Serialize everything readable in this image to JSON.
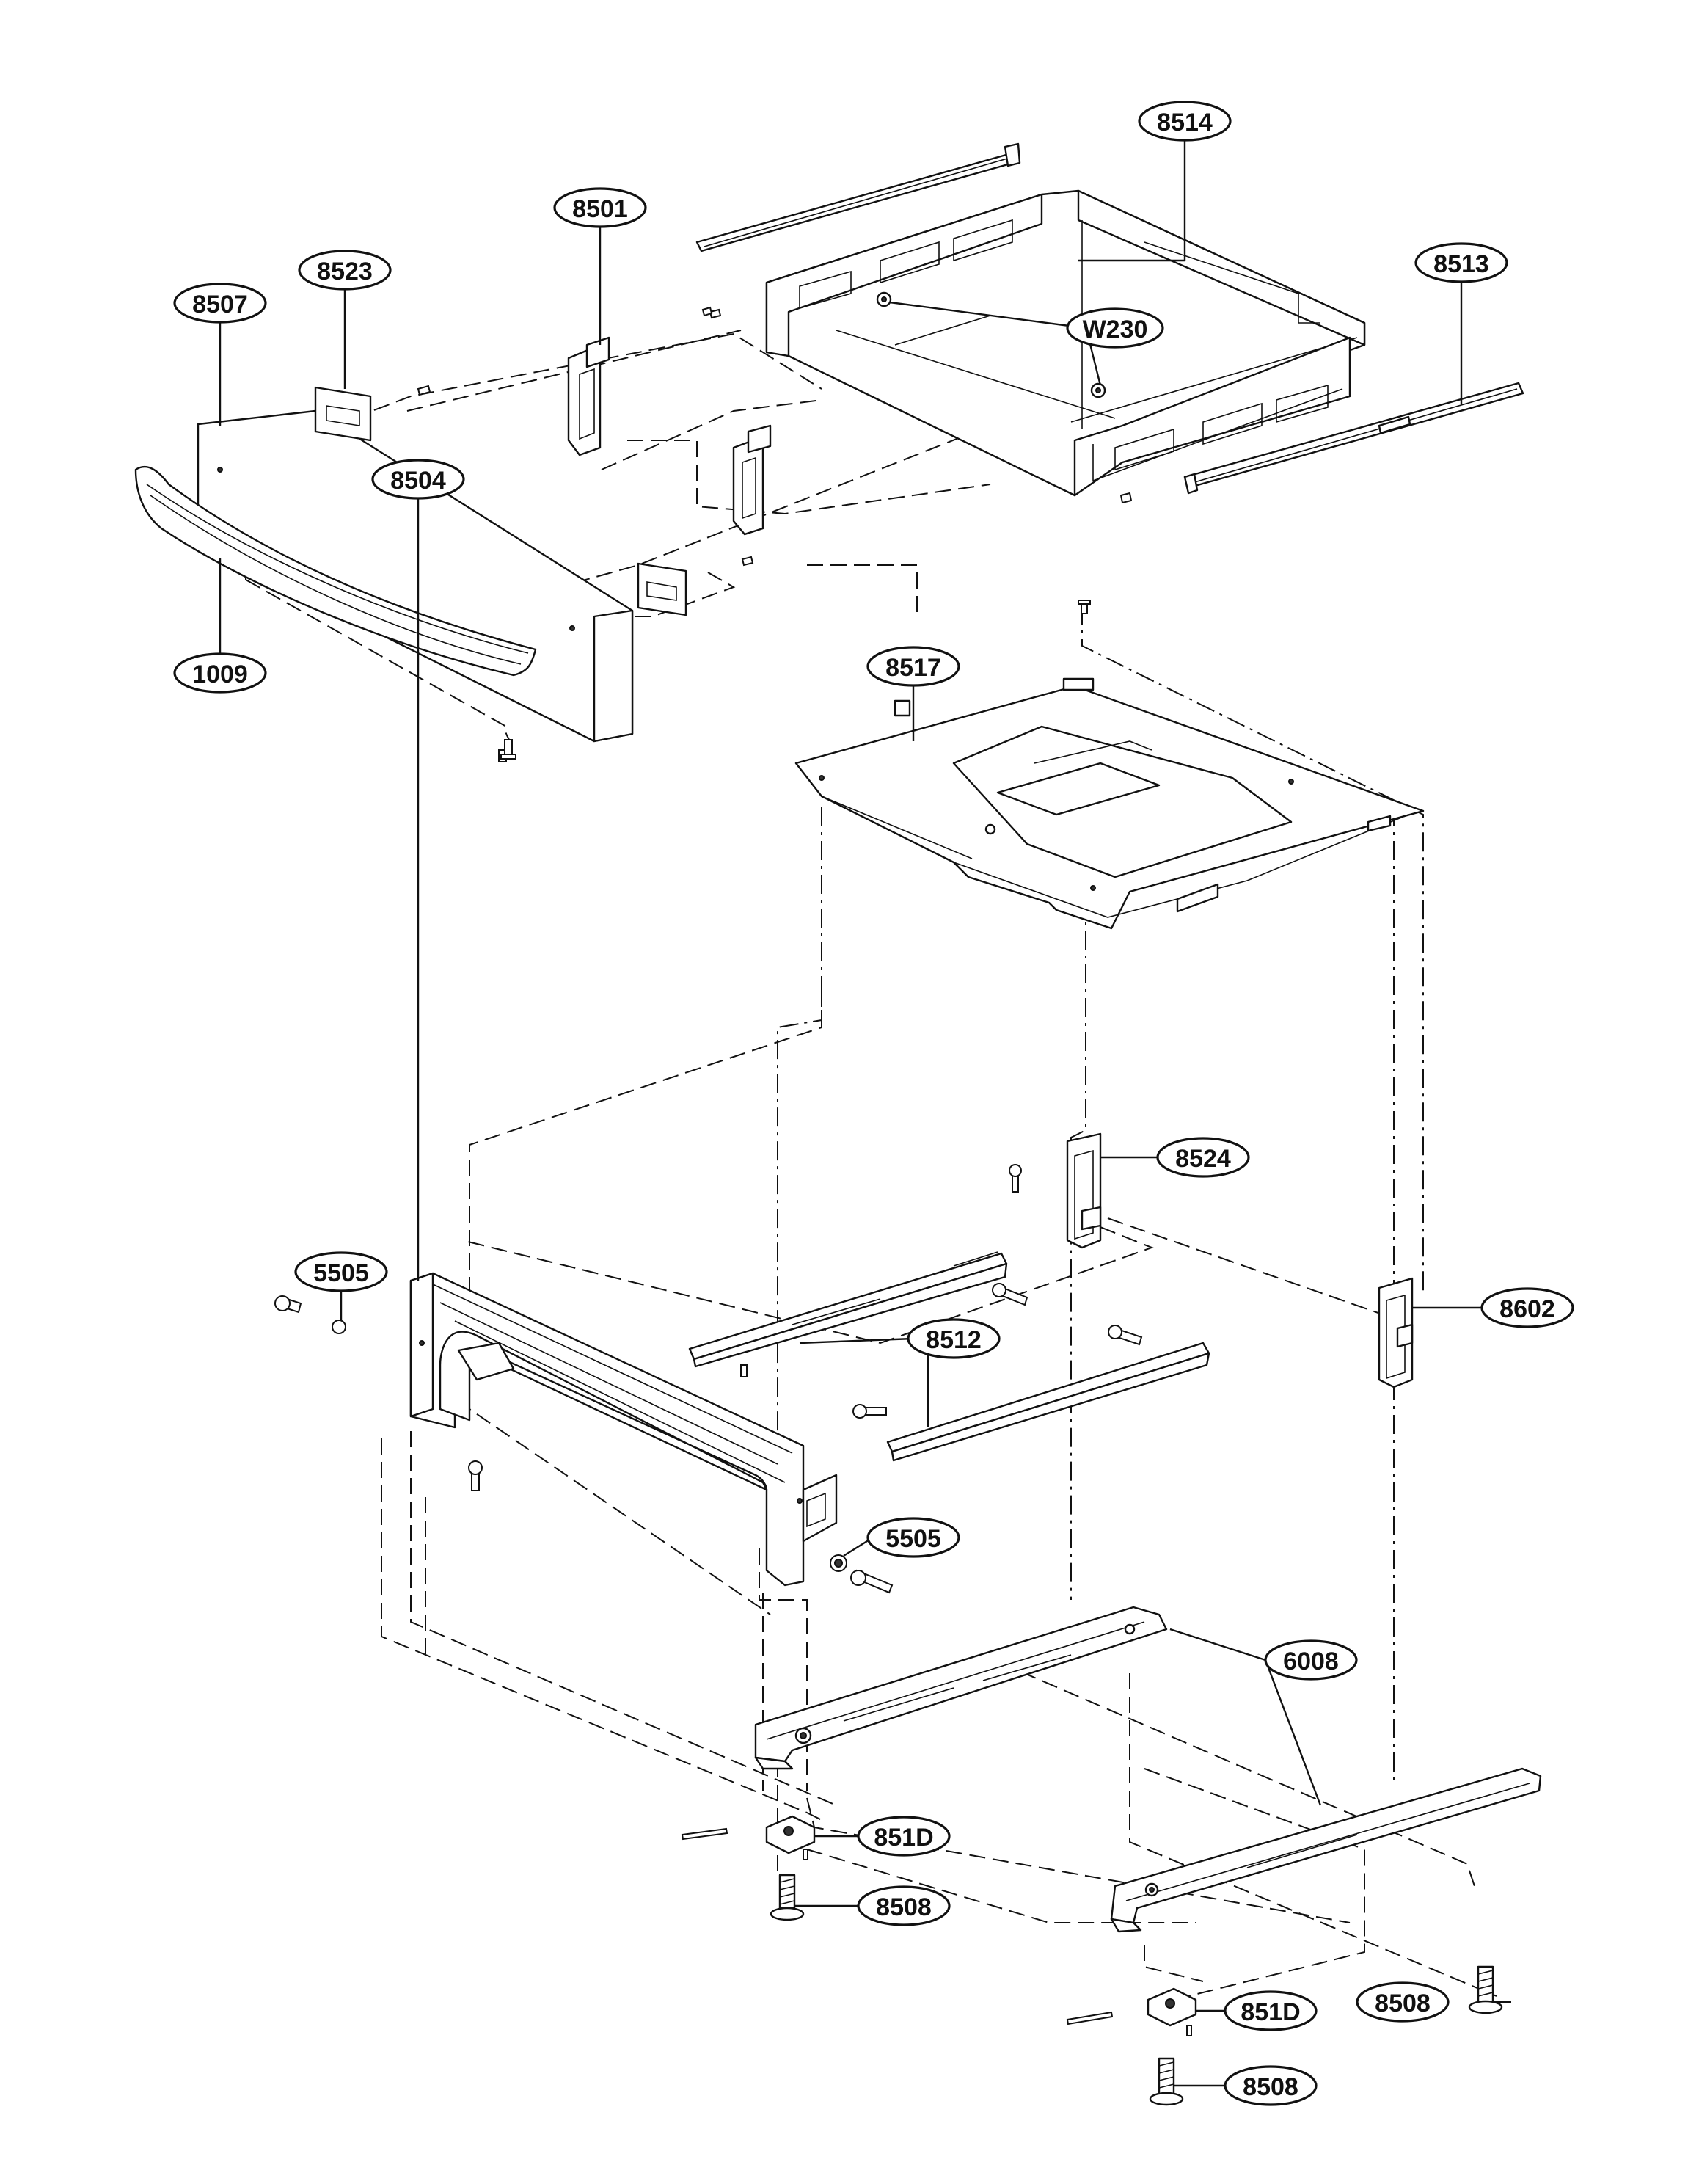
{
  "diagram": {
    "type": "exploded-parts-view",
    "colors": {
      "line": "#111111",
      "background": "#ffffff"
    },
    "callouts": [
      {
        "id": "c-8514",
        "label": "8514",
        "part": "drawer-box"
      },
      {
        "id": "c-8501",
        "label": "8501",
        "part": "drawer-bracket"
      },
      {
        "id": "c-8523",
        "label": "8523",
        "part": "handle-spacer"
      },
      {
        "id": "c-8507",
        "label": "8507",
        "part": "drawer-front-panel"
      },
      {
        "id": "c-8513",
        "label": "8513",
        "part": "drawer-rail"
      },
      {
        "id": "c-W230",
        "label": "W230",
        "part": "washer"
      },
      {
        "id": "c-1009",
        "label": "1009",
        "part": "drawer-handle"
      },
      {
        "id": "c-8517",
        "label": "8517",
        "part": "drawer-bottom-cover"
      },
      {
        "id": "c-8504",
        "label": "8504",
        "part": "front-frame"
      },
      {
        "id": "c-8524",
        "label": "8524",
        "part": "left-rear-bracket"
      },
      {
        "id": "c-5505-left",
        "label": "5505",
        "part": "spacer"
      },
      {
        "id": "c-8602",
        "label": "8602",
        "part": "right-rear-bracket"
      },
      {
        "id": "c-8512",
        "label": "8512",
        "part": "slide-rail"
      },
      {
        "id": "c-5505-right",
        "label": "5505",
        "part": "spacer"
      },
      {
        "id": "c-6008",
        "label": "6008",
        "part": "base-rail"
      },
      {
        "id": "c-851D-left",
        "label": "851D",
        "part": "leveler-bracket"
      },
      {
        "id": "c-8508-left",
        "label": "8508",
        "part": "leveling-leg"
      },
      {
        "id": "c-8508-right",
        "label": "8508",
        "part": "leveling-leg"
      },
      {
        "id": "c-851D-right",
        "label": "851D",
        "part": "leveler-bracket"
      },
      {
        "id": "c-8508-bottom",
        "label": "8508",
        "part": "leveling-leg"
      }
    ]
  }
}
